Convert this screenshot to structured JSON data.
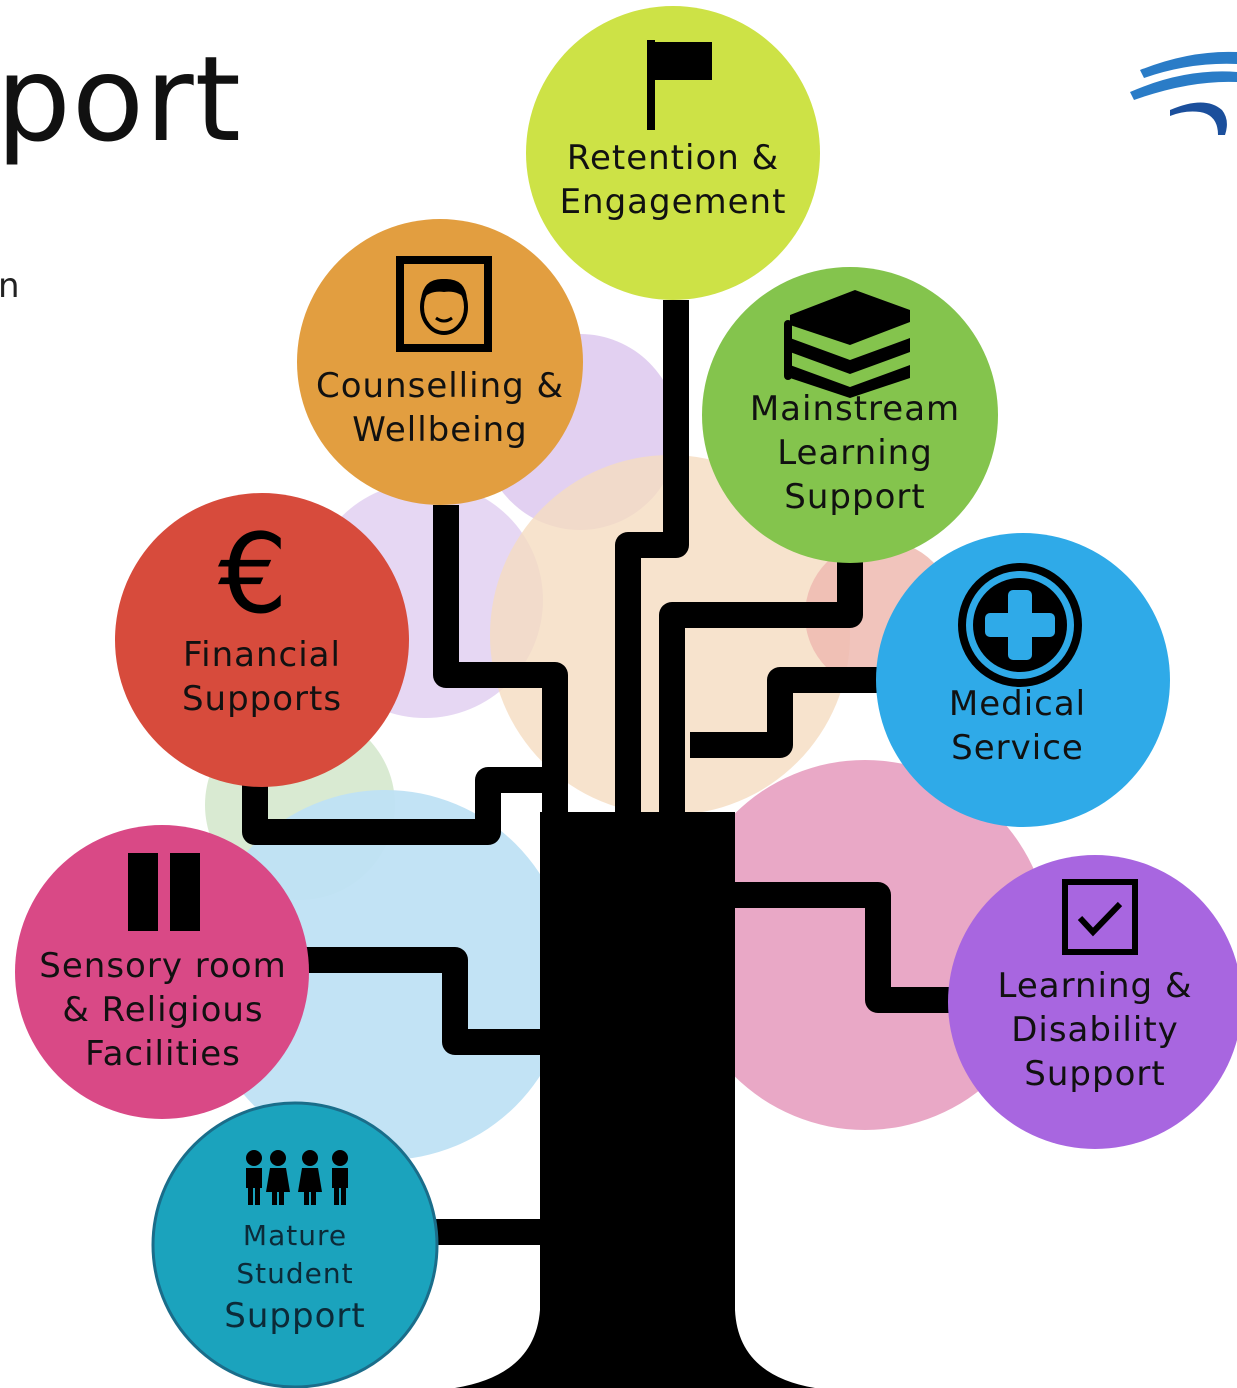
{
  "header": {
    "title_fragment": "port",
    "subtitle_fragment": "n"
  },
  "logo": {
    "icon": "swoosh-logo",
    "colors": [
      "#2a7cc7",
      "#1b4f9c"
    ]
  },
  "tree": {
    "trunk_color": "#000000",
    "branches": [
      {
        "id": "retention",
        "label": "Retention &\nEngagement",
        "icon": "flag-icon",
        "color": "#cde246"
      },
      {
        "id": "counselling",
        "label": "Counselling &\nWellbeing",
        "icon": "portrait-icon",
        "color": "#e29e40"
      },
      {
        "id": "mainstream",
        "label": "Mainstream\nLearning\nSupport",
        "icon": "books-icon",
        "color": "#84c44d"
      },
      {
        "id": "financial",
        "label": "Financial\nSupports",
        "icon": "euro-icon",
        "color": "#d74b3c"
      },
      {
        "id": "medical",
        "label": "Medical\nService",
        "icon": "medical-cross-icon",
        "color": "#2faae8"
      },
      {
        "id": "sensory",
        "label": "Sensory room\n& Religious\nFacilities",
        "icon": "pause-icon",
        "color": "#d94986"
      },
      {
        "id": "learning",
        "label": "Learning &\nDisability\nSupport",
        "icon": "checkbox-icon",
        "color": "#a866e0"
      },
      {
        "id": "mature",
        "label_top": "Mature\nStudent",
        "label_bottom": "Support",
        "icon": "family-icon",
        "color": "#1ba3bd"
      }
    ]
  }
}
